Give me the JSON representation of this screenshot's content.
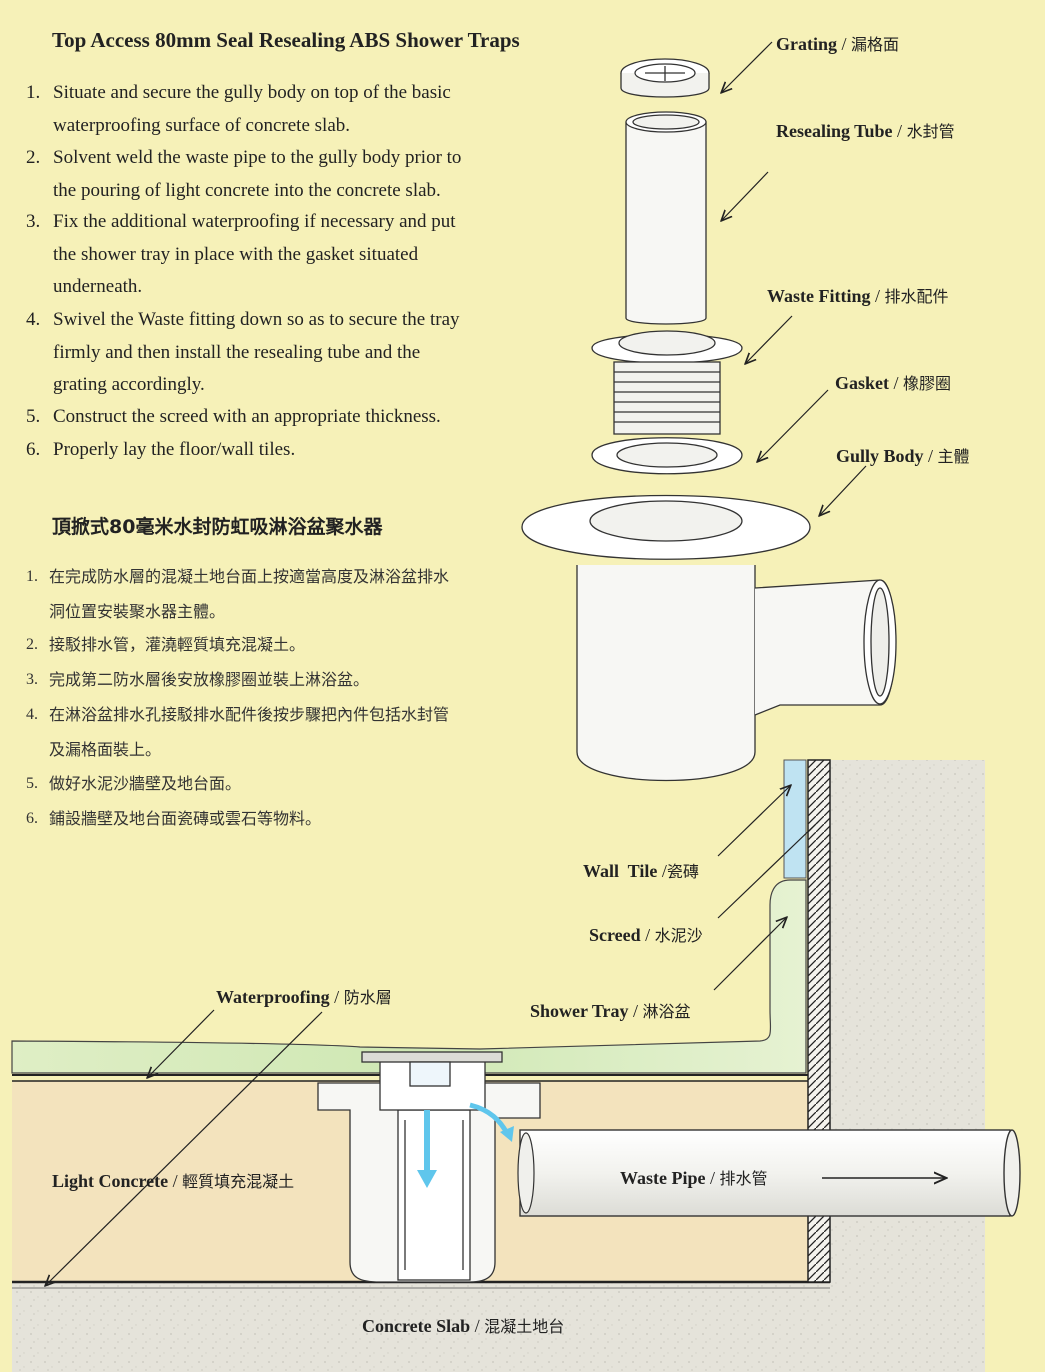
{
  "title": "Top Access 80mm Seal Resealing ABS Shower Traps",
  "steps_en": [
    {
      "num": "1.",
      "lines": [
        "Situate and secure the gully body on top of the basic",
        "waterproofing surface of concrete slab."
      ]
    },
    {
      "num": "2.",
      "lines": [
        "Solvent weld the waste pipe to the gully body prior to",
        "the pouring of light concrete into the concrete slab."
      ]
    },
    {
      "num": "3.",
      "lines": [
        "Fix the additional waterproofing if necessary and put",
        "the shower tray in place with the gasket situated",
        "underneath."
      ]
    },
    {
      "num": "4.",
      "lines": [
        "Swivel the Waste fitting down so as to secure the tray",
        "firmly and then install the resealing tube and the",
        "grating accordingly."
      ]
    },
    {
      "num": "5.",
      "lines": [
        "Construct the screed with an appropriate thickness."
      ]
    },
    {
      "num": "6.",
      "lines": [
        "Properly lay the floor/wall tiles."
      ]
    }
  ],
  "title_zh": "頂掀式80毫米水封防虹吸淋浴盆聚水器",
  "steps_zh": [
    {
      "num": "1.",
      "lines": [
        "在完成防水層的混凝土地台面上按適當高度及淋浴盆排水",
        "洞位置安裝聚水器主體。"
      ]
    },
    {
      "num": "2.",
      "lines": [
        "接駁排水管，灌澆輕質填充混凝土。"
      ]
    },
    {
      "num": "3.",
      "lines": [
        "完成第二防水層後安放橡膠圈並裝上淋浴盆。"
      ]
    },
    {
      "num": "4.",
      "lines": [
        "在淋浴盆排水孔接駁排水配件後按步驟把內件包括水封管",
        "及漏格面裝上。"
      ]
    },
    {
      "num": "5.",
      "lines": [
        "做好水泥沙牆壁及地台面。"
      ]
    },
    {
      "num": "6.",
      "lines": [
        "鋪設牆壁及地台面瓷磚或雲石等物料。"
      ]
    }
  ],
  "labels": {
    "grating": {
      "en": "Grating",
      "zh": "漏格面"
    },
    "resealing_tube": {
      "en": "Resealing Tube",
      "zh": "水封管"
    },
    "waste_fitting": {
      "en": "Waste Fitting",
      "zh": "排水配件"
    },
    "gasket": {
      "en": "Gasket",
      "zh": "橡膠圈"
    },
    "gully_body": {
      "en": "Gully Body",
      "zh": "主體"
    },
    "wall_tile": {
      "en": "Wall  Tile",
      "zh": "瓷磚"
    },
    "screed": {
      "en": "Screed",
      "zh": "水泥沙"
    },
    "shower_tray": {
      "en": "Shower Tray",
      "zh": "淋浴盆"
    },
    "waterproofing": {
      "en": "Waterproofing",
      "zh": "防水層"
    },
    "light_concrete": {
      "en": "Light Concrete",
      "zh": "輕質填充混凝土"
    },
    "waste_pipe": {
      "en": "Waste Pipe",
      "zh": "排水管"
    },
    "concrete_slab": {
      "en": "Concrete Slab",
      "zh": "混凝土地台"
    }
  },
  "separator": "/",
  "colors": {
    "background": "#f6f1b8",
    "concrete": "#e4e2d8",
    "light_concrete": "#f3e3bd",
    "tray_green": "#dcefc4",
    "water_arrow": "#5fc6ec",
    "wall_tile": "#bfe3f2"
  }
}
